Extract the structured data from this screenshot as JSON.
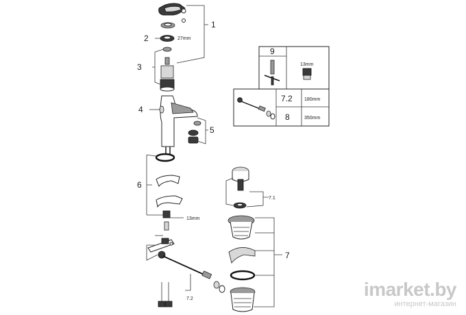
{
  "callouts": {
    "c1": "1",
    "c2": "2",
    "c3": "3",
    "c4": "4",
    "c5": "5",
    "c6": "6",
    "c7": "7",
    "c7_1": "7.1",
    "c7_2": "7.2"
  },
  "dims": {
    "wrench_27": "27mm",
    "wrench_13": "13mm"
  },
  "table": {
    "cell_9": "9",
    "cell_9_size": "13mm",
    "row_72_num": "7.2",
    "row_72_len": "180mm",
    "row_8_num": "8",
    "row_8_len": "350mm"
  },
  "watermark": {
    "brand": "imarket.by",
    "tagline": "интернет-магазин"
  }
}
